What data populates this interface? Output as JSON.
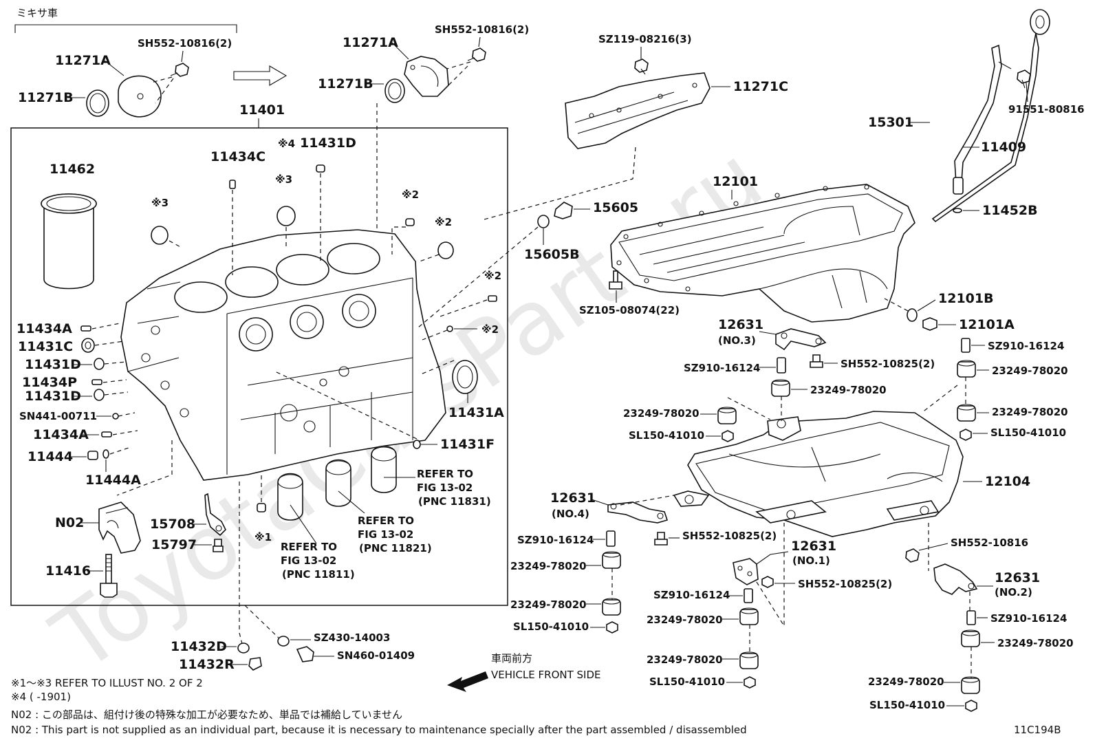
{
  "diagram": {
    "code": "11C194B",
    "watermark": "ToyotaCarsParts.ru",
    "mixer_label": "ミキサ車",
    "front_label_jp": "車両前方",
    "front_label_en": "VEHICLE FRONT SIDE",
    "notes": [
      "※1～※3  REFER TO ILLUST NO. 2 OF 2",
      "※4 (       -1901)",
      "N02 : この部品は、組付け後の特殊な加工が必要なため、単品では補給していません",
      "N02 : This part is not supplied as an individual part, because it is necessary to maintenance specially after the part assembled / disassembled"
    ],
    "labels": {
      "l11271A_a": "11271A",
      "l11271B_a": "11271B",
      "lSH552_a": "SH552-10816(2)",
      "l11271A_b": "11271A",
      "l11271B_b": "11271B",
      "lSH552_b": "SH552-10816(2)",
      "lSZ119": "SZ119-08216(3)",
      "l11271C": "11271C",
      "l15301": "15301",
      "l91551": "91551-80816",
      "l11409": "11409",
      "l11452B": "11452B",
      "l11401": "11401",
      "l11462": "11462",
      "l11434C": "11434C",
      "l11431D_top": "11431D",
      "lmark4": "※4",
      "lmark3a": "※3",
      "lmark3b": "※3",
      "lmark2a": "※2",
      "lmark2b": "※2",
      "lmark2c": "※2",
      "lmark2d": "※2",
      "lmark1": "※1",
      "l15605": "15605",
      "l15605B": "15605B",
      "l12101": "12101",
      "lSZ105": "SZ105-08074(22)",
      "l12101B": "12101B",
      "l12101A": "12101A",
      "l11434A_1": "11434A",
      "l11431C": "11431C",
      "l11431D_1": "11431D",
      "l11434P": "11434P",
      "l11431D_2": "11431D",
      "lSN441": "SN441-00711",
      "l11434A_2": "11434A",
      "l11444": "11444",
      "l11444A": "11444A",
      "l11431A": "11431A",
      "l11431F": "11431F",
      "lN02": "N02",
      "l15708": "15708",
      "l15797": "15797",
      "l11416": "11416",
      "lref1a": "REFER TO",
      "lref1b": "FIG 13-02",
      "lref1c": "(PNC 11831)",
      "lref2a": "REFER TO",
      "lref2b": "FIG 13-02",
      "lref2c": "(PNC 11821)",
      "lref3a": "REFER TO",
      "lref3b": "FIG 13-02",
      "lref3c": "(PNC 11811)",
      "l12631_3": "12631",
      "lno3": "(NO.3)",
      "lSZ910_a": "SZ910-16124",
      "lSH552_c": "SH552-10825(2)",
      "l23249_a": "23249-78020",
      "lSZ910_b": "SZ910-16124",
      "l23249_b": "23249-78020",
      "l23249_c": "23249-78020",
      "l23249_d": "23249-78020",
      "lSL150_a": "SL150-41010",
      "lSL150_b": "SL150-41010",
      "l12104": "12104",
      "l12631_4": "12631",
      "lno4": "(NO.4)",
      "lSZ910_c": "SZ910-16124",
      "lSH552_d": "SH552-10825(2)",
      "l23249_e": "23249-78020",
      "l23249_f": "23249-78020",
      "lSL150_c": "SL150-41010",
      "l12631_1": "12631",
      "lno1": "(NO.1)",
      "lSH552_e": "SH552-10825(2)",
      "lSZ910_d": "SZ910-16124",
      "l23249_g": "23249-78020",
      "l23249_h": "23249-78020",
      "lSL150_d": "SL150-41010",
      "lSH552_f": "SH552-10816",
      "l12631_2": "12631",
      "lno2": "(NO.2)",
      "lSZ910_e": "SZ910-16124",
      "l23249_i": "23249-78020",
      "l23249_j": "23249-78020",
      "lSL150_e": "SL150-41010",
      "lSZ430": "SZ430-14003",
      "lSN460": "SN460-01409",
      "l11432D": "11432D",
      "l11432R": "11432R"
    }
  }
}
